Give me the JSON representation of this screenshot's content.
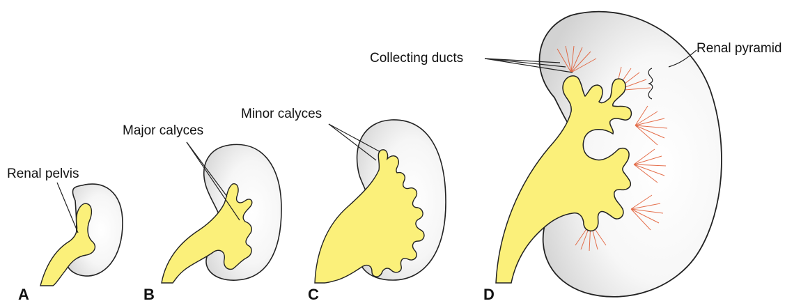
{
  "labels": {
    "renal_pelvis": "Renal pelvis",
    "major_calyces": "Major calyces",
    "minor_calyces": "Minor calyces",
    "collecting_ducts": "Collecting ducts",
    "renal_pyramid": "Renal pyramid"
  },
  "panels": [
    "A",
    "B",
    "C",
    "D"
  ],
  "colors": {
    "kidney_fill": "#e4e4e4",
    "kidney_highlight": "#ffffff",
    "kidney_outline": "#222222",
    "pelvis_fill": "#fbf07a",
    "pyramid_ray": "#e0572e"
  }
}
